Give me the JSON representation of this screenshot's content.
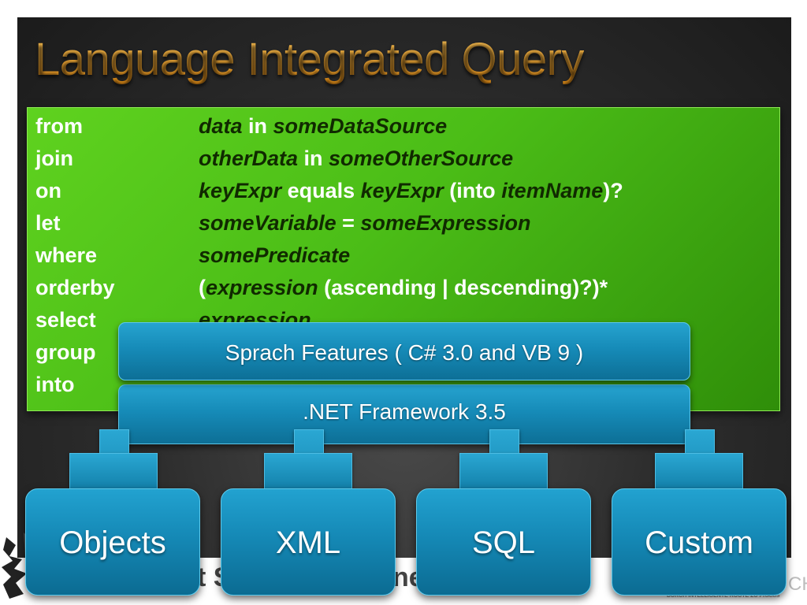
{
  "slide": {
    "title": "Language Integrated Query",
    "code_rows": [
      {
        "keyword": "from",
        "expr": [
          {
            "text": "data",
            "italic": true
          },
          {
            "text": " in ",
            "italic": false
          },
          {
            "text": "someDataSource",
            "italic": true
          }
        ]
      },
      {
        "keyword": "join",
        "expr": [
          {
            "text": "otherData",
            "italic": true
          },
          {
            "text": " in ",
            "italic": false
          },
          {
            "text": "someOtherSource",
            "italic": true
          }
        ]
      },
      {
        "keyword": "on",
        "expr": [
          {
            "text": "keyExpr",
            "italic": true
          },
          {
            "text": " equals ",
            "italic": false
          },
          {
            "text": "keyExpr",
            "italic": true
          },
          {
            "text": " (into ",
            "italic": false
          },
          {
            "text": "itemName",
            "italic": true
          },
          {
            "text": ")?",
            "italic": false
          }
        ]
      },
      {
        "keyword": "let",
        "expr": [
          {
            "text": "someVariable",
            "italic": true
          },
          {
            "text": " = ",
            "italic": false
          },
          {
            "text": "someExpression",
            "italic": true
          }
        ]
      },
      {
        "keyword": "where",
        "expr": [
          {
            "text": "somePredicate",
            "italic": true
          }
        ]
      },
      {
        "keyword": "orderby",
        "expr": [
          {
            "text": "(",
            "italic": false
          },
          {
            "text": "expression",
            "italic": true
          },
          {
            "text": " (ascending | descending)?)*",
            "italic": false
          }
        ]
      },
      {
        "keyword": "select",
        "expr": [
          {
            "text": "expression",
            "italic": true
          }
        ]
      },
      {
        "keyword": "group",
        "expr": []
      },
      {
        "keyword": "into",
        "expr": []
      }
    ],
    "layer_language": "Sprach Features ( C# 3.0 and VB 9 )",
    "layer_framework": ".NET Framework 3.5",
    "tiles": [
      "Objects",
      "XML",
      "SQL",
      "Custom"
    ]
  },
  "footer": {
    "fragment_left": "t S",
    "fragment_mid": "ne",
    "logo_right": "CH",
    "tagline": "DURCH INTELLIGENTE ROUTE ZU PRAXIS"
  },
  "colors": {
    "title": "#f3a22e",
    "code_box": "#4bbd17",
    "placeholder_text": "#102a00",
    "blue_shapes": "#168bb8"
  }
}
